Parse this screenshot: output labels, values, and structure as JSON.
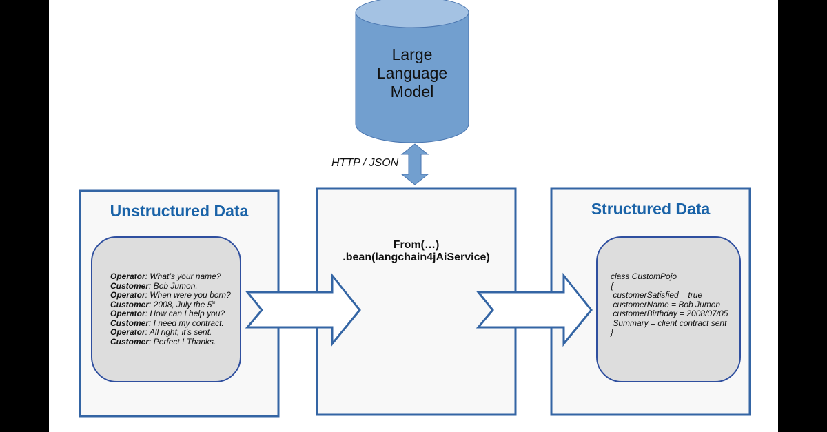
{
  "llm": {
    "label_lines": [
      "Large",
      "Language",
      "Model"
    ]
  },
  "connection": {
    "label": "HTTP / JSON"
  },
  "unstructured": {
    "title": "Unstructured Data",
    "dialog": [
      {
        "speaker": "Operator",
        "text": ": What’s your name?"
      },
      {
        "speaker": "Customer",
        "text": ": Bob Jumon."
      },
      {
        "speaker": "Operator",
        "text": ": When were you born?"
      },
      {
        "speaker": "Customer",
        "text": ": 2008, July the 5",
        "sup": "th"
      },
      {
        "speaker": "Operator",
        "text": ": How can I help you?"
      },
      {
        "speaker": "Customer",
        "text": ": I need my contract."
      },
      {
        "speaker": "Operator",
        "text": ": All right, it’s sent."
      },
      {
        "speaker": "Customer",
        "text": ": Perfect ! Thanks."
      }
    ]
  },
  "processor": {
    "line1": "From(…)",
    "line2": ".bean(langchain4jAiService)"
  },
  "structured": {
    "title": "Structured Data",
    "code_lines": [
      "class CustomPojo",
      "{",
      " customerSatisfied = true",
      " customerName = Bob Jumon",
      " customerBirthday = 2008/07/05",
      " Summary = client contract sent",
      "}"
    ]
  },
  "colors": {
    "box_border": "#3465a4",
    "box_fill": "#f8f8f8",
    "bubble_fill": "#dddddd",
    "bubble_border": "#2f4f9f",
    "cylinder_body": "#729fcf",
    "cylinder_top": "#a4c2e3",
    "title_blue": "#1a63a8"
  }
}
